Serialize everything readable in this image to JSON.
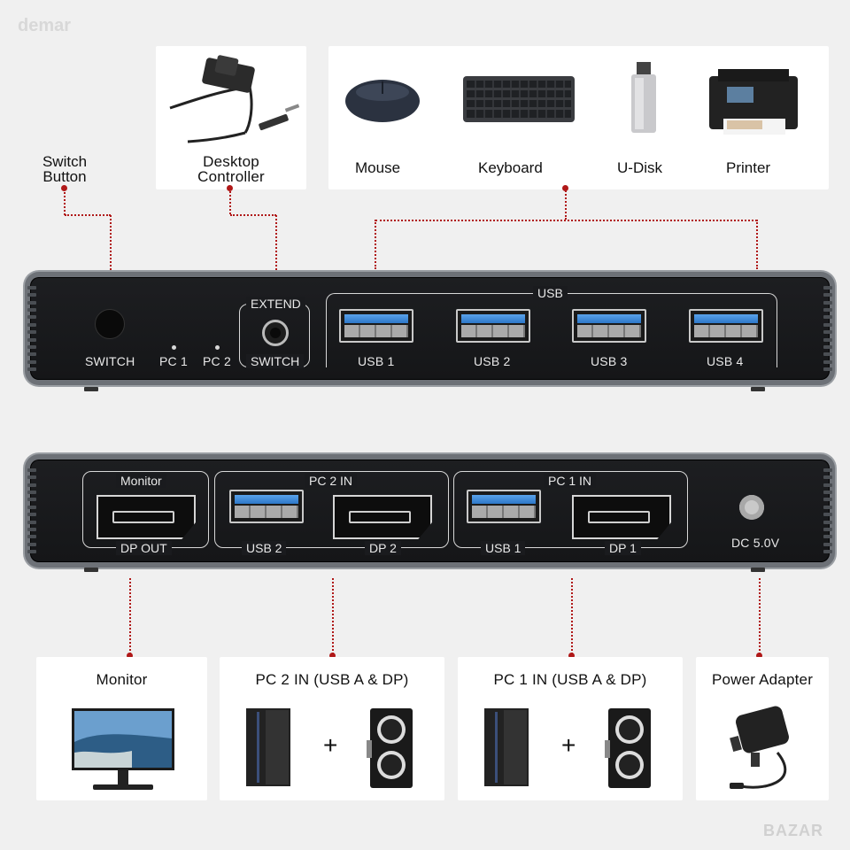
{
  "watermark_top": "demar",
  "watermark_bottom": "BAZAR",
  "top_labels": {
    "switch_button": "Switch\nButton"
  },
  "top_cards": {
    "desktop_controller": "Desktop\nController",
    "peripherals": [
      "Mouse",
      "Keyboard",
      "U-Disk",
      "Printer"
    ]
  },
  "front_panel": {
    "switch_label": "SWITCH",
    "pc1_label": "PC 1",
    "pc2_label": "PC 2",
    "extend_top": "EXTEND",
    "extend_bottom": "SWITCH",
    "usb_group_label": "USB",
    "usb_ports": [
      "USB 1",
      "USB 2",
      "USB 3",
      "USB 4"
    ]
  },
  "back_panel": {
    "monitor_top": "Monitor",
    "monitor_bottom": "DP OUT",
    "pc2_top": "PC 2 IN",
    "pc2_usb": "USB 2",
    "pc2_dp": "DP 2",
    "pc1_top": "PC 1 IN",
    "pc1_usb": "USB 1",
    "pc1_dp": "DP 1",
    "dc_label": "DC 5.0V"
  },
  "bottom_cards": [
    {
      "title": "Monitor"
    },
    {
      "title": "PC 2 IN (USB A & DP)",
      "plus": "+"
    },
    {
      "title": "PC 1 IN (USB A & DP)",
      "plus": "+"
    },
    {
      "title": "Power Adapter"
    }
  ],
  "icons": {
    "mouse": "mouse-icon",
    "keyboard": "keyboard-icon",
    "udisk": "usb-drive-icon",
    "printer": "printer-icon",
    "controller": "desktop-controller-icon",
    "monitor": "monitor-icon",
    "pc_tower": "pc-tower-icon",
    "gpu": "graphics-card-icon",
    "adapter": "power-adapter-icon"
  },
  "colors": {
    "accent_red": "#b01818",
    "usb_blue": "#2e78c8",
    "device_body": "#1a1b1e"
  }
}
